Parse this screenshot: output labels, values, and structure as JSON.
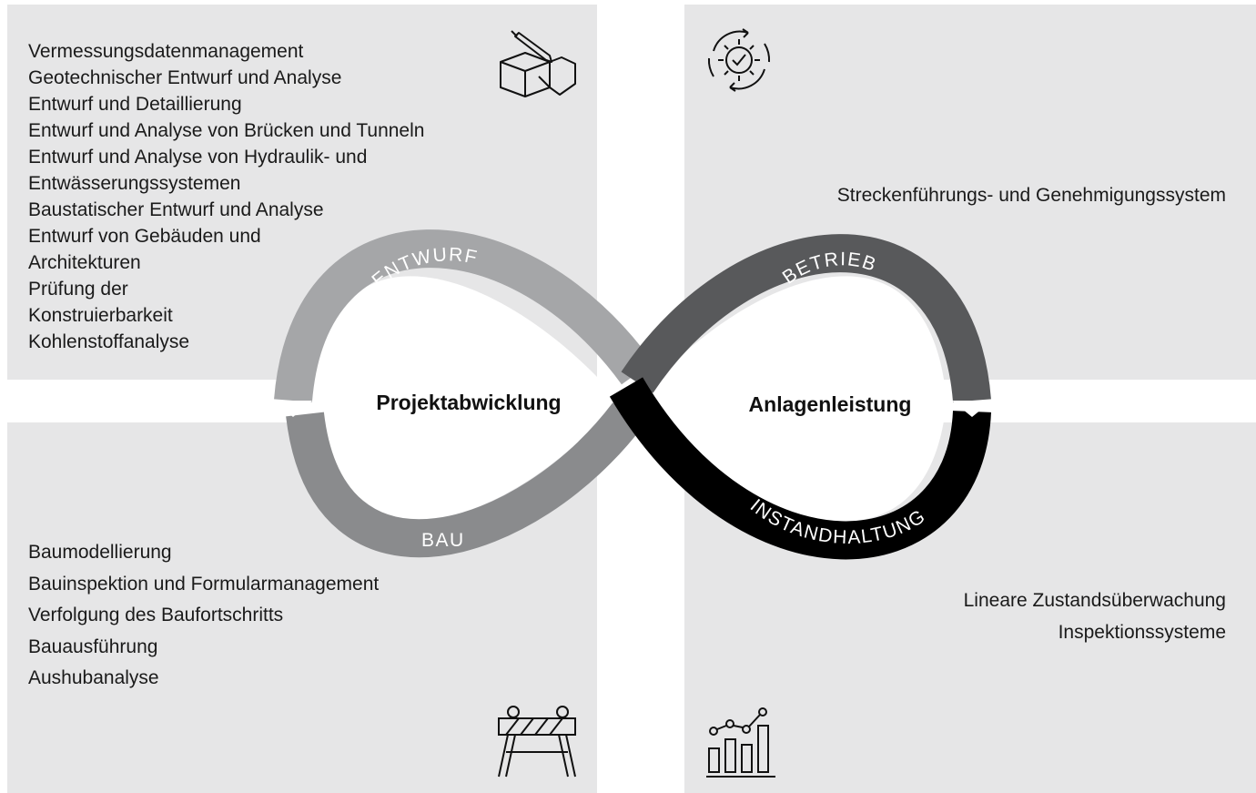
{
  "quadrants": {
    "design": {
      "items": [
        "Vermessungsdatenmanagement",
        "Geotechnischer Entwurf und Analyse",
        "Entwurf und Detaillierung",
        "Entwurf und Analyse von Brücken und Tunneln",
        "Entwurf und Analyse von Hydraulik- und",
        "Entwässerungssystemen",
        "Baustatischer Entwurf und Analyse",
        "Entwurf von Gebäuden und",
        "Architekturen",
        "Prüfung der",
        "Konstruierbarkeit",
        "Kohlenstoffanalyse"
      ],
      "icon": "cube-pencil-icon"
    },
    "operation": {
      "items": [
        "Streckenführungs- und Genehmigungssystem"
      ],
      "icon": "gear-cycle-check-icon"
    },
    "construction": {
      "items": [
        "Baumodellierung",
        "Bauinspektion und Formularmanagement",
        "Verfolgung des Baufortschritts",
        "Bauausführung",
        "Aushubanalyse"
      ],
      "icon": "construction-barrier-icon"
    },
    "maintenance": {
      "items": [
        "Lineare Zustandsüberwachung",
        "Inspektionssysteme"
      ],
      "icon": "bar-chart-trend-icon"
    }
  },
  "infinity": {
    "phases": {
      "design": "ENTWURF",
      "construction": "BAU",
      "operation": "BETRIEB",
      "maintenance": "INSTANDHALTUNG"
    },
    "left_label": "Projektabwicklung",
    "right_label": "Anlagenleistung",
    "colors": {
      "design": "#a5a6a8",
      "construction": "#8a8b8d",
      "operation": "#58595b",
      "maintenance": "#000000"
    }
  }
}
